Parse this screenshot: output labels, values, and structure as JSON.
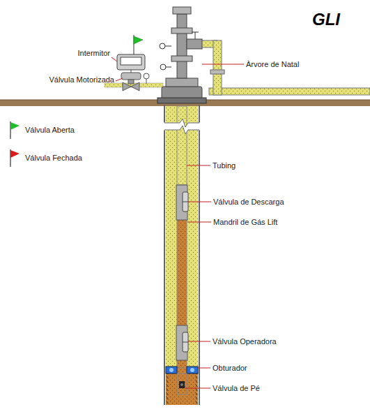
{
  "diagram": {
    "title": "GLI",
    "labels": [
      "Intermitor",
      "Válvula Motorizada",
      "Àrvore de Natal",
      "Tubing",
      "Válvula de Descarga",
      "Mandril de Gás Lift",
      "Válvula Operadora",
      "Obturador",
      "Válvula de Pé"
    ],
    "legend": [
      {
        "text": "Válvula Aberta",
        "color": "#1fbf2a"
      },
      {
        "text": "Válvula Fechada",
        "color": "#e01b1b"
      }
    ]
  }
}
